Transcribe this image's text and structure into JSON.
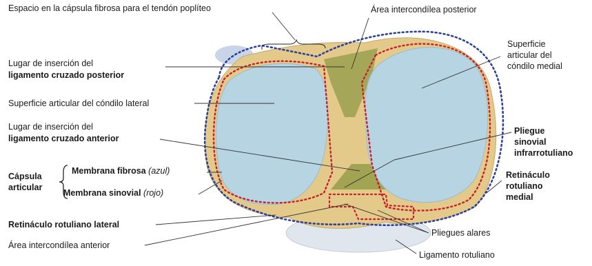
{
  "labels": {
    "popliteal_space": "Espacio en la cápsula fibrosa para el tendón poplíteo",
    "post_intercondylar": "Área intercondílea posterior",
    "pcl_1": "Lugar de inserción del",
    "pcl_2": "ligamento cruzado posterior",
    "medial_surface_1": "Superficie",
    "medial_surface_2": "articular del",
    "medial_surface_3": "cóndilo medial",
    "lateral_surface": "Superficie articular del cóndilo lateral",
    "acl_1": "Lugar de inserción del",
    "acl_2": "ligamento cruzado anterior",
    "infrapatellar_1": "Pliegue",
    "infrapatellar_2": "sinovial",
    "infrapatellar_3": "infrarrotuliano",
    "capsule_1": "Cápsula",
    "capsule_2": "articular",
    "fibrous_membrane": "Membrana fibrosa",
    "fibrous_note": "(azul)",
    "synovial_membrane": "Membrana sinovial",
    "synovial_note": "(rojo)",
    "medial_retinaculum_1": "Retináculo",
    "medial_retinaculum_2": "rotuliano",
    "medial_retinaculum_3": "medial",
    "lateral_retinaculum": "Retináculo rotuliano lateral",
    "alar_folds": "Pliegues alares",
    "ant_intercondylar": "Área intercondílea anterior",
    "patellar_ligament": "Ligamento rotuliano"
  },
  "colors": {
    "fibrous_line": "#2b3f9e",
    "synovial_line": "#c81e2a",
    "bone": "#e3c98a",
    "cartilage": "#b7d4e3",
    "ligament_area": "#9aa04e"
  }
}
